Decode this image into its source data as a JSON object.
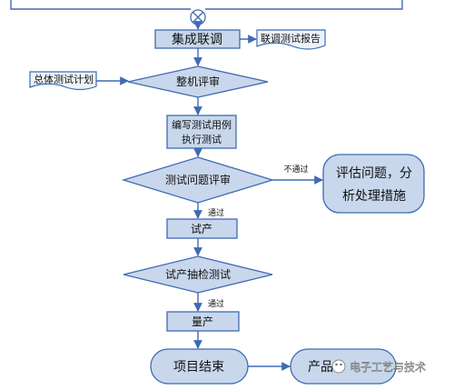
{
  "nodes": {
    "integration": "集成联调",
    "report": "联调测试报告",
    "overall_plan": "总体测试计划",
    "machine_review": "整机评审",
    "write_cases_line1": "编写测试用例",
    "write_cases_line2": "执行测试",
    "issue_review": "测试问题评审",
    "evaluate_line1": "评估问题，分",
    "evaluate_line2": "析处理措施",
    "trial_production": "试产",
    "sampling_test": "试产抽检测试",
    "mass_production": "量产",
    "project_end": "项目结束",
    "product": "产品"
  },
  "edge_labels": {
    "fail": "不通过",
    "pass1": "通过",
    "pass2": "通过"
  },
  "watermark": "电子工艺与技术",
  "colors": {
    "box_fill": "#c8d7ec",
    "stroke": "#3f6bb3"
  }
}
